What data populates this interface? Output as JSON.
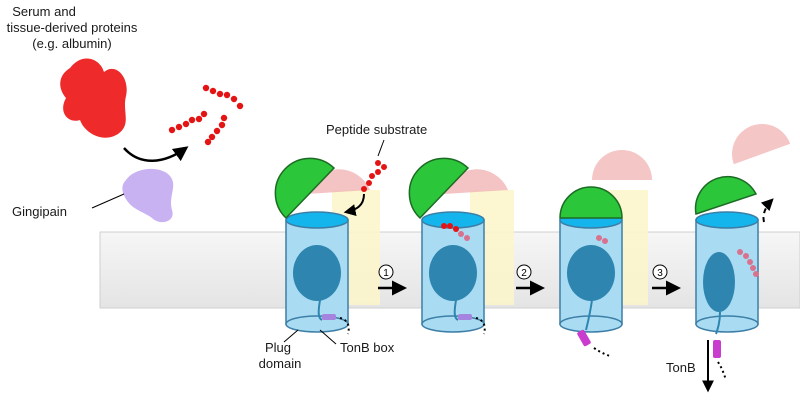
{
  "labels": {
    "serum_line1": "Serum and",
    "serum_line2": "tissue-derived proteins",
    "serum_line3": "(e.g. albumin)",
    "gingipain": "Gingipain",
    "peptide_substrate": "Peptide substrate",
    "plug_line1": "Plug",
    "plug_line2": "domain",
    "tonb_box": "TonB box",
    "tonb": "TonB"
  },
  "steps": [
    "1",
    "2",
    "3"
  ],
  "colors": {
    "membrane": "#eeeeee",
    "albumin": "#ee2a2a",
    "gingipain": "#c9b2f2",
    "lid": "#2cc63a",
    "lid_ghost": "#f2b8b8",
    "barrel": "#a9dcf3",
    "barrel_top": "#14b5ec",
    "plug": "#2e86b0",
    "peptide": "#e51414",
    "peptide_bound": "#d9728e",
    "tonb_box": "#a584e0",
    "tonb": "#c93ccd",
    "yellow_ghost": "#fbf6c8"
  },
  "icons": [
    "albumin-blob",
    "gingipain-blob",
    "lid-icon",
    "barrel-icon",
    "plug-domain-icon",
    "peptide-chain-icon",
    "arrow-icon"
  ]
}
